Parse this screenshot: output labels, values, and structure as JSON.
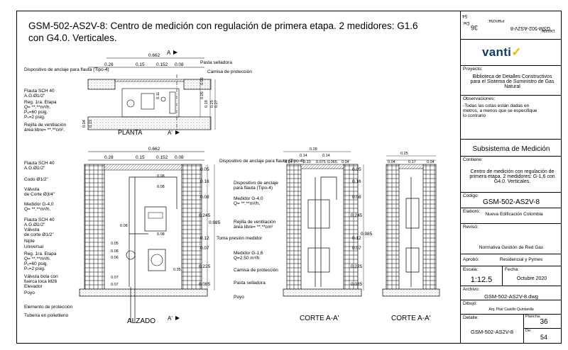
{
  "title": "GSM-502-AS2V-8: Centro de medición con regulación de primera etapa.  2 medidores: G1.6 con G4.0. Verticales.",
  "plan": {
    "section_marker": "A",
    "section_marker2": "A'",
    "label": "PLANTA",
    "dims_top": [
      "0.662",
      "0.28",
      "0.15",
      "0.152",
      "0.08"
    ],
    "labels_left": [
      "Dispositivo de anclaje para flauta (Tipo-4)",
      "Flauta SCH 40",
      "A.G.Ø1/2\"",
      "Reg. 1ra. Etapa",
      "Q= **.**m³/h.",
      "Pₑ=60 psig.",
      "Pₛ=2 psig.",
      "Rejilla de ventilación",
      "área libre= **.**cm²."
    ],
    "labels_right": [
      "Pasta selladora",
      "Camisa de protección"
    ],
    "dims_right": [
      "0.11",
      "0.05",
      "0.19",
      "0.03",
      "0.25",
      "0.27",
      "0.04",
      "0.13"
    ]
  },
  "elevation": {
    "label": "ALZADO",
    "marker": "A'",
    "dims_top": [
      "0.662",
      "0.28",
      "0.15",
      "0.152",
      "0.08"
    ],
    "labels_left": [
      "Flauta SCH 40",
      "A.G.Ø1/2\"",
      "Codo Ø1/2\"",
      "Válvula",
      "de Corte Ø3/4\"",
      "Medidor G-4,0",
      "Q= **.**m³/h.",
      "Flauta SCH 40",
      "A.G.Ø1/2\"",
      "Válvula",
      "de corte Ø1/2\"",
      "Niple",
      "Universal",
      "Reg. 1ra. Etapa",
      "Q= **.**m³/h.",
      "Pₑ=60 psig.",
      "Pₛ=2 psig.",
      "Válvula bola con",
      "fuerca loca M26",
      "Elevador",
      "Poyo",
      "Elemento de protección",
      "Tubería en polietileno"
    ],
    "labels_right": [
      "Dispositivo de anclaje para flauta (Tipo-4)",
      "Toma presión medidor"
    ],
    "dims_inner": [
      "0.08",
      "0.08",
      "0.08",
      "0.08",
      "0.05",
      "0.08",
      "0.06",
      "0.35",
      "0.07",
      "0.07"
    ],
    "dims_right": [
      "0.05",
      "0.16",
      "0.08",
      "0.245",
      "0.985",
      "0.12",
      "0.07",
      "0.225",
      "0.085"
    ]
  },
  "corte1": {
    "label": "CORTE A-A'",
    "dims_top": [
      "0.28",
      "0.14",
      "0.14",
      "0.04",
      "0.10",
      "0.075",
      "0.065",
      "0.04"
    ],
    "labels_left": [
      "Dispositivo de anclaje",
      "para flauta (Tipo-4)",
      "Medidor G-4,0",
      "Q= **.**m³/h.",
      "Rejilla de ventilación",
      "área libre= **.**cm²",
      "Medidor G-1,6",
      "Q=2.50 m³/h",
      "Camisa de protección",
      "Pasta selladora",
      "Poyo"
    ],
    "dims_right": [
      "0.05",
      "0.16",
      "0.08",
      "0.245",
      "0.985",
      "0.12",
      "0.07",
      "0.225",
      "0.085"
    ]
  },
  "corte2": {
    "label": "CORTE A-A'",
    "dims_top": [
      "0.25",
      "0.04",
      "0.17",
      "0.04"
    ]
  },
  "panel": {
    "sheet_top_label": "Plancha:",
    "sheet_top_num": "36",
    "total_label": "De:",
    "total_num": "54",
    "detail_label": "Detalle:",
    "detail_val": "GSM-502-AS2V-8",
    "logo_text": "vanti",
    "logo_mark": "✓",
    "project_label": "Proyecto:",
    "project_val": "Biblioteca de Detalles Constructivos para el Sistema de Suministro de Gas Natural",
    "obs_label": "Observaciones:",
    "obs_val": "-Todas las cotas están dadas en metros, a menos que se especifique lo contrario",
    "subsystem": "Subsistema de Medición",
    "contains_label": "Contiene:",
    "contains_val": "Centro de medición con regulación de primera etapa. 2 medidores: G-1,6 con G4.0. Verticales.",
    "code_label": "Código:",
    "code_val": "GSM-502-AS2V-8",
    "elab_label": "Elaboró:",
    "elab_val": "Nueva Edificación Colombia",
    "rev_label": "Revisó:",
    "rev_val": "Normativa Gestión de Red Gas",
    "approved_label": "Aprobó:",
    "approved_val": "Residencial y Pymes",
    "scale_label": "Escala:",
    "scale_val": "1:12.5",
    "date_label": "Fecha:",
    "date_val": "Octubre 2020",
    "file_label": "Archivo:",
    "file_val": "GSM-502-AS2V-8.dwg",
    "draw_label": "Dibujó:",
    "draw_val": "Arq. Pilar Castillo Quintanilla",
    "detail2_label": "Detalle:",
    "detail2_val": "GSM-502-AS2V-8",
    "sheet_label": "Plancha:",
    "sheet_num": "36",
    "of_label": "De:",
    "of_num": "54"
  }
}
